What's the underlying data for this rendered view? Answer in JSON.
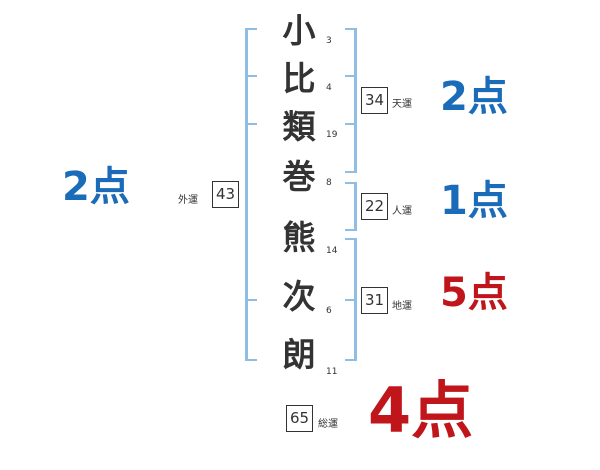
{
  "characters": [
    {
      "char": "小",
      "strokes": "3"
    },
    {
      "char": "比",
      "strokes": "4"
    },
    {
      "char": "類",
      "strokes": "19"
    },
    {
      "char": "巻",
      "strokes": "8"
    },
    {
      "char": "熊",
      "strokes": "14"
    },
    {
      "char": "次",
      "strokes": "6"
    },
    {
      "char": "朗",
      "strokes": "11"
    }
  ],
  "fortunes": {
    "tenkaku": {
      "label": "天運",
      "value": "34",
      "score": "2点",
      "color": "#1a6bb8"
    },
    "jinkaku": {
      "label": "人運",
      "value": "22",
      "score": "1点",
      "color": "#1a6bb8"
    },
    "chikaku": {
      "label": "地運",
      "value": "31",
      "score": "5点",
      "color": "#c0161b"
    },
    "gaikaku": {
      "label": "外運",
      "value": "43",
      "score": "2点",
      "color": "#1a6bb8"
    },
    "soukaku": {
      "label": "総運",
      "value": "65",
      "score": "4点",
      "color": "#c0161b"
    }
  }
}
